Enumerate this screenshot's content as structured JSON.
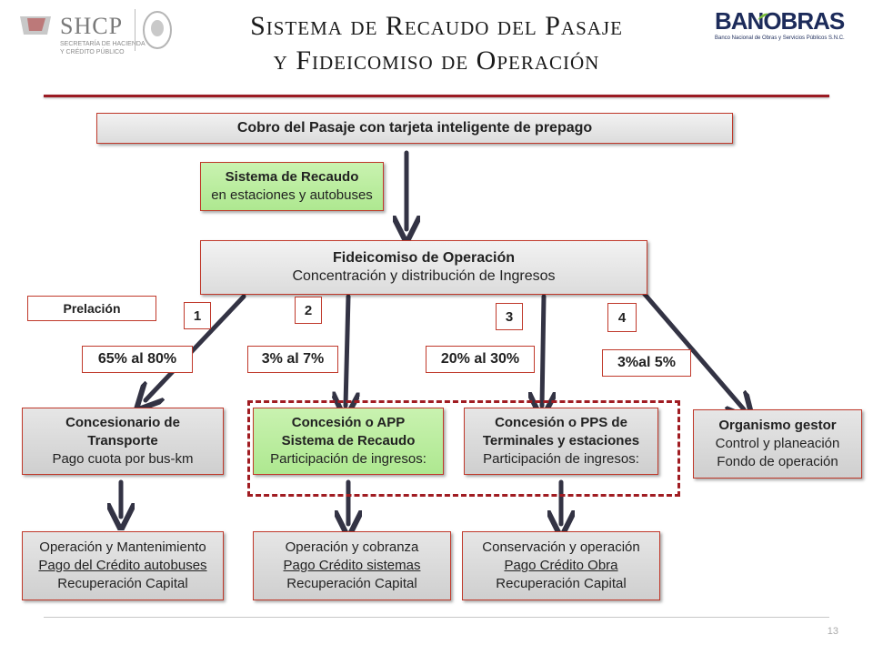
{
  "header": {
    "title_line1": "Sistema de Recaudo del Pasaje",
    "title_line2": "y Fideicomiso de Operación",
    "logo_left": "SHCP",
    "logo_left_sub1": "SECRETARÍA DE HACIENDA",
    "logo_left_sub2": "Y CRÉDITO PÚBLICO",
    "logo_right": "BANOBRAS",
    "logo_right_sub": "Banco Nacional de Obras y Servicios Públicos S.N.C."
  },
  "top_box": "Cobro del Pasaje con tarjeta inteligente de prepago",
  "recaudo_box": {
    "line1": "Sistema  de Recaudo",
    "line2": "en estaciones y autobuses"
  },
  "fideicomiso_box": {
    "line1": "Fideicomiso de Operación",
    "line2": "Concentración  y distribución de Ingresos"
  },
  "prelacion_label": "Prelación",
  "priority_numbers": [
    "1",
    "2",
    "3",
    "4"
  ],
  "percentages": [
    "65% al 80%",
    "3% al 7%",
    "20% al 30%",
    "3%al 5%"
  ],
  "level2": [
    {
      "line1": "Concesionario de",
      "line2": "Transporte",
      "line3": "Pago cuota por bus-km"
    },
    {
      "line1": "Concesión  o APP",
      "line2": "Sistema de Recaudo",
      "line3": "Participación de ingresos:"
    },
    {
      "line1": "Concesión  o PPS de",
      "line2": "Terminales y estaciones",
      "line3": "Participación de ingresos:"
    },
    {
      "line1": "Organismo gestor",
      "line2": "Control y planeación",
      "line3": "Fondo de operación"
    }
  ],
  "level3": [
    {
      "line1": "Operación  y  Mantenimiento",
      "line2": "Pago del  Crédito autobuses",
      "line3": "Recuperación Capital"
    },
    {
      "line1": "Operación y cobranza",
      "line2": "Pago Crédito sistemas",
      "line3": "Recuperación Capital"
    },
    {
      "line1": "Conservación y operación",
      "line2": "Pago Crédito  Obra",
      "line3": "Recuperación Capital"
    }
  ],
  "page_number": "13",
  "colors": {
    "accent_red": "#9b1b23",
    "arrow": "#333344",
    "green_box": "#b8eca0",
    "gray_box": "#d6d6d6"
  }
}
